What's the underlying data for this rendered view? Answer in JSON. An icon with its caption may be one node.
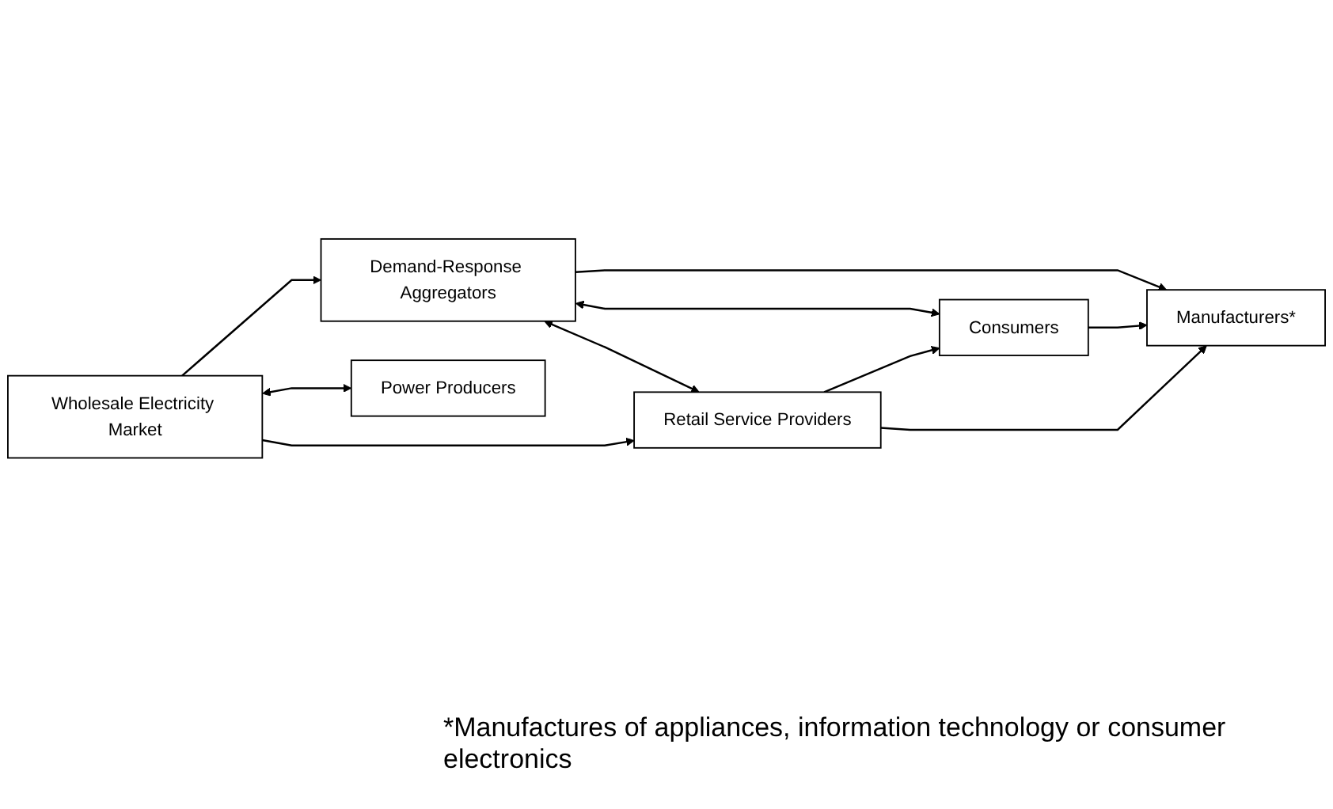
{
  "diagram": {
    "nodes": [
      {
        "text": [
          "Demand-Response Aggregators"
        ]
      },
      {
        "text": [
          "Manufacturers*"
        ]
      },
      {
        "text": [
          "Wholesale Electricity Market"
        ]
      },
      {
        "text": [
          "Retail Service Providers"
        ]
      },
      {
        "text": [
          "Consumers"
        ]
      },
      {
        "text": [
          "Power Producers"
        ]
      }
    ],
    "edges": [
      {
        "from": 0,
        "to": 1,
        "arrow": "to"
      },
      {
        "from": 4,
        "to": 1,
        "arrow": "to"
      },
      {
        "from": 0,
        "to": 3,
        "arrow": "both"
      },
      {
        "from": 0,
        "to": 4,
        "arrow": "both"
      },
      {
        "from": 2,
        "to": 0,
        "arrow": "to"
      },
      {
        "from": 3,
        "to": 1,
        "arrow": "to"
      },
      {
        "from": 2,
        "to": 3,
        "arrow": "to"
      },
      {
        "from": 3,
        "to": 4,
        "arrow": "to"
      },
      {
        "from": 2,
        "to": 5,
        "arrow": "both"
      }
    ],
    "labels": [
      "*Manufactures of appliances, information technology or consumer electronics"
    ]
  }
}
